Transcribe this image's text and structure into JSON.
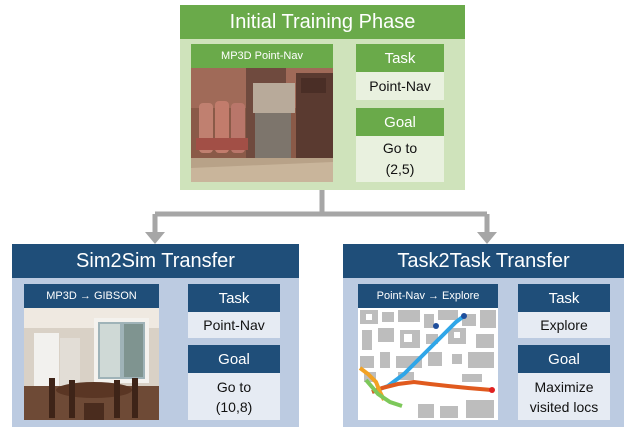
{
  "initial": {
    "title": "Initial Training Phase",
    "image_label": "MP3D Point-Nav",
    "task_label": "Task",
    "task_value": "Point-Nav",
    "goal_label": "Goal",
    "goal_value": "Go to\n(2,5)"
  },
  "sim2sim": {
    "title": "Sim2Sim Transfer",
    "image_label": "MP3D → GIBSON",
    "task_label": "Task",
    "task_value": "Point-Nav",
    "goal_label": "Goal",
    "goal_value": "Go to\n(10,8)"
  },
  "task2task": {
    "title": "Task2Task Transfer",
    "image_label": "Point-Nav → Explore",
    "task_label": "Task",
    "task_value": "Explore",
    "goal_label": "Goal",
    "goal_value": "Maximize\nvisited locs"
  },
  "colors": {
    "green_dark": "#6aaa4a",
    "green_light": "#cfe3bb",
    "blue_dark": "#1f4e79",
    "blue_light": "#bccbe1",
    "arrow_gray": "#a6a6a6"
  }
}
